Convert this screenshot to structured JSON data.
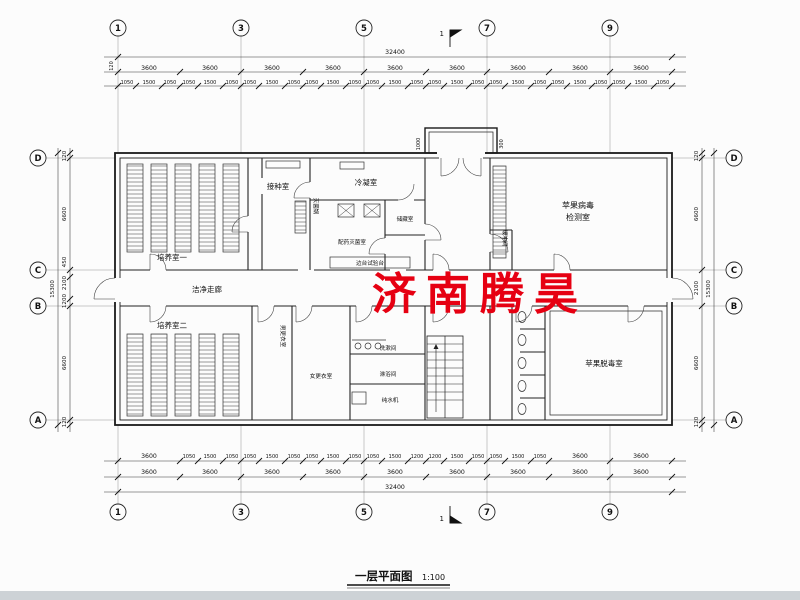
{
  "title_block": {
    "name": "一层平面图",
    "scale": "1:100"
  },
  "watermark": {
    "text": "济南腾昊",
    "color": "#e60012"
  },
  "grid": {
    "top": [
      "1",
      "3",
      "5",
      "7",
      "9"
    ],
    "bottom": [
      "1",
      "3",
      "5",
      "7",
      "9"
    ],
    "left": [
      "D",
      "C",
      "B",
      "A"
    ],
    "right": [
      "D",
      "C",
      "B",
      "A"
    ],
    "section": "1"
  },
  "dims": {
    "top_overall": "32400",
    "top_offset": "120",
    "top_bays": [
      "3600",
      "3600",
      "3600",
      "3600",
      "3600",
      "3600",
      "3600",
      "3600",
      "3600"
    ],
    "top_subs": [
      "1050",
      "1500",
      "1050",
      "1050",
      "1500",
      "1050",
      "1050",
      "1500",
      "1050",
      "1050",
      "1500",
      "1050",
      "1050",
      "1500",
      "1050",
      "1050",
      "1500",
      "1050",
      "1050",
      "1500",
      "1050",
      "1050",
      "1500",
      "1050",
      "1050",
      "1500",
      "1050"
    ],
    "entrance": {
      "depth": "1000",
      "step": "300"
    },
    "bottom_row1": [
      "3600",
      "1050",
      "1500",
      "1050",
      "1050",
      "1500",
      "1050",
      "1050",
      "1500",
      "1050",
      "1050",
      "1500",
      "1200",
      "1200",
      "1500",
      "1050",
      "1050",
      "1500",
      "1050",
      "3600",
      "3600"
    ],
    "bottom_bays": [
      "3600",
      "3600",
      "3600",
      "3600",
      "3600",
      "3600",
      "3600",
      "3600",
      "3600"
    ],
    "bottom_overall": "32400",
    "left_segs": [
      "120",
      "6600",
      "450",
      "2100",
      "1200",
      "6600",
      "120"
    ],
    "left_overall": "15300",
    "right_segs": [
      "120",
      "6600",
      "2100",
      "6600",
      "120"
    ],
    "right_overall": "15300"
  },
  "rooms": {
    "culture1": "培养室一",
    "culture2": "培养室二",
    "inoculation": "接种室",
    "condensation": "冷凝室",
    "pharmacy": "配药灭菌室",
    "storage": "储藏室",
    "bench": "边台试验台",
    "corridor": "洁净走廊",
    "men": "男更衣室",
    "women": "女更衣室",
    "wash": "洗漱间",
    "shower": "淋浴间",
    "water": "纯水机",
    "sterilizer": "灭菌锅",
    "buffer": "缓冲间",
    "det1": "苹果病毒",
    "det2": "检测室",
    "detox": "苹果脱毒室"
  }
}
